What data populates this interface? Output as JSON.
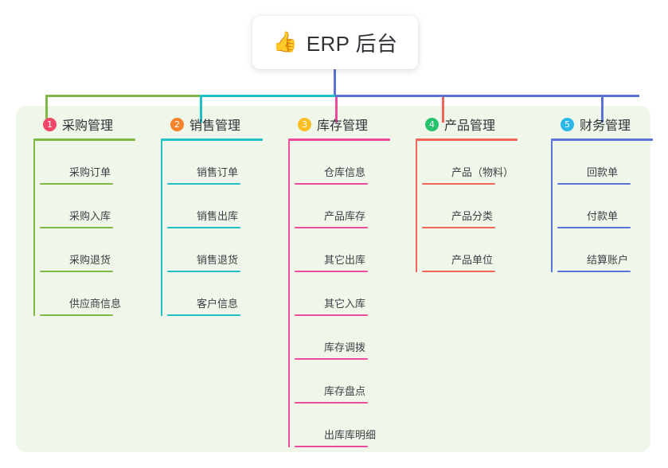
{
  "root": {
    "icon": "thumbs-up-icon",
    "emoji": "👍",
    "title": "ERP 后台"
  },
  "panel": {
    "background_color": "#eef7e9"
  },
  "columns": [
    {
      "number": "1",
      "title": "采购管理",
      "color": "#7fb944",
      "badge_color": "#f14668",
      "items": [
        "采购订单",
        "采购入库",
        "采购退货",
        "供应商信息"
      ]
    },
    {
      "number": "2",
      "title": "销售管理",
      "color": "#1fc0c6",
      "badge_color": "#f5822c",
      "items": [
        "销售订单",
        "销售出库",
        "销售退货",
        "客户信息"
      ]
    },
    {
      "number": "3",
      "title": "库存管理",
      "color": "#ec4d9b",
      "badge_color": "#fbbf24",
      "items": [
        "仓库信息",
        "产品库存",
        "其它出库",
        "其它入库",
        "库存调拨",
        "库存盘点",
        "出库库明细"
      ]
    },
    {
      "number": "4",
      "title": "产品管理",
      "color": "#f1645c",
      "badge_color": "#26c26c",
      "items": [
        "产品（物料）",
        "产品分类",
        "产品单位"
      ]
    },
    {
      "number": "5",
      "title": "财务管理",
      "color": "#5b73d8",
      "badge_color": "#2bb8e8",
      "items": [
        "回款单",
        "付款单",
        "结算账户"
      ]
    }
  ],
  "connectors": {
    "trunk_color": "#5b73d8",
    "bar_segments": [
      {
        "color": "#7fb944"
      },
      {
        "color": "#1fc0c6"
      },
      {
        "color": "#5b73d8"
      }
    ]
  }
}
